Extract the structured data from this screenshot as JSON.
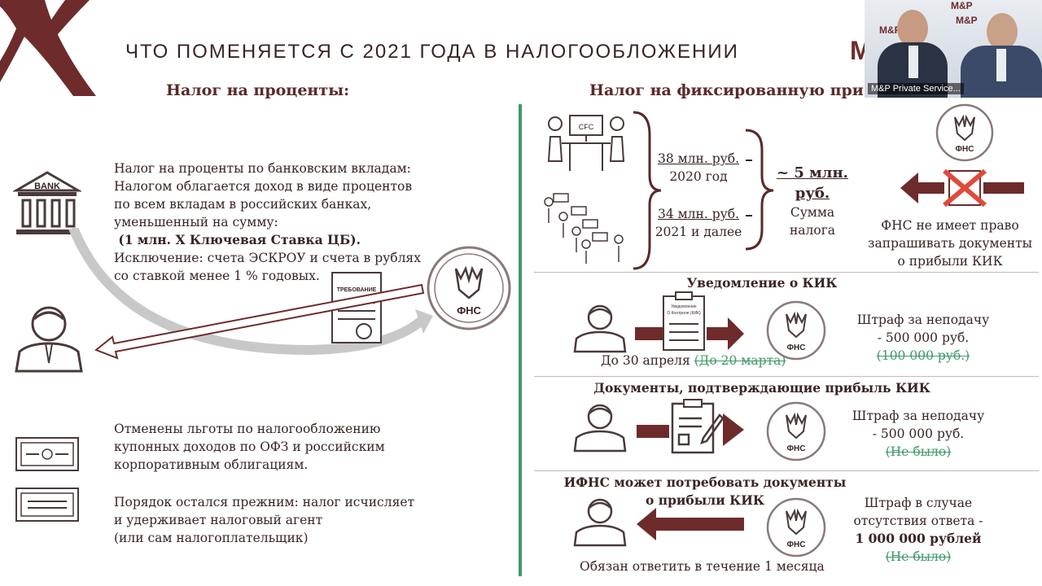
{
  "slide": {
    "title": "ЧТО ПОМЕНЯЕТСЯ С 2021 ГОДА В НАЛОГООБЛОЖЕНИИ",
    "logo_text": "M&P"
  },
  "left": {
    "heading": "Налог на проценты:",
    "bank_label": "BANK",
    "trebovanie": "ТРЕБОВАНИЕ",
    "fns": "ФНС",
    "p1": [
      "Налог на проценты по банковским вкладам:",
      "Налогом облагается доход в виде процентов",
      "по всем вкладам в российских банках,",
      "уменьшенный на сумму:",
      " (1 млн. Х Ключевая Ставка ЦБ).",
      "Исключение: счета ЭСКРОУ и счета в рублях",
      "со ставкой менее 1 % годовых."
    ],
    "p2": [
      "Отменены льготы по налогообложению",
      "купонных доходов по ОФЗ и российским",
      "корпоративным облигациям."
    ],
    "p3": [
      "Порядок остался прежним: налог исчисляет",
      "и удерживает налоговый агент",
      "(или сам налогоплательщик)"
    ]
  },
  "right": {
    "heading": "Налог на фиксированную при",
    "cfc": "CFC",
    "amount1": "38 млн. руб.",
    "year1": "2020 год",
    "amount2": "34 млн. руб.",
    "year2": "2021 и далее",
    "total_line1": "~ 5 млн.",
    "total_line2": "руб.",
    "total_label1": "Сумма",
    "total_label2": "налога",
    "fns": "ФНС",
    "fns_right_text": [
      "ФНС не имеет право",
      "запрашивать документы",
      "о прибыли КИК"
    ],
    "s1": {
      "title": "Уведомление о КИК",
      "doc_text": "О Контроле (КИК)",
      "doc_head": "Уведомление",
      "deadline": "До 30 апреля ",
      "deadline_old": "(До 20 марта)",
      "fine1": "Штраф за неподачу",
      "fine2": "- 500 000 руб.",
      "fine_old": "(100 000 руб.)"
    },
    "s2": {
      "title": "Документы, подтверждающие прибыль КИК",
      "fine1": "Штраф за неподачу",
      "fine2": "- 500 000 руб.",
      "fine_old": "(Не было)"
    },
    "s3": {
      "title1": "ИФНС может потребовать документы",
      "title2": "о прибыли КИК",
      "footer": "Обязан ответить в течение 1 месяца",
      "fine1": "Штраф в случае",
      "fine2": "отсутствия ответа -",
      "fine3": "1 000 000 рублей",
      "fine_old": "(Не было)"
    }
  },
  "video": {
    "logo": "M&P",
    "caption": "M&P Private Service..."
  },
  "colors": {
    "brand": "#6e2b2b",
    "accent_green": "#3f9a6a",
    "text": "#3a2424"
  }
}
